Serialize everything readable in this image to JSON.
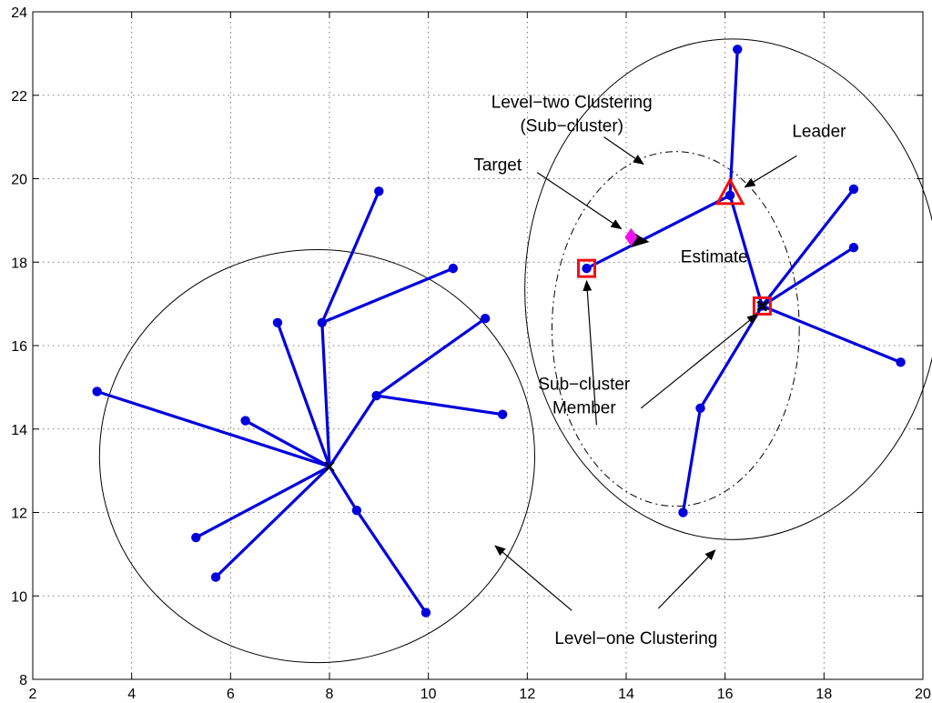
{
  "chart_data": {
    "type": "scatter",
    "title": "",
    "xlabel": "",
    "ylabel": "",
    "xlim": [
      2,
      20
    ],
    "ylim": [
      8,
      24
    ],
    "xticks": [
      2,
      4,
      6,
      8,
      10,
      12,
      14,
      16,
      18,
      20
    ],
    "yticks": [
      8,
      10,
      12,
      14,
      16,
      18,
      20,
      22,
      24
    ],
    "grid": true,
    "colors": {
      "links": "#0000dd",
      "nodes": "#0000dd",
      "highlight": "#ee1111",
      "target": "#ee11ee",
      "estimate": "#000000",
      "ellipse": "#000000"
    },
    "links": [
      {
        "from": [
          8.0,
          13.1
        ],
        "to": [
          3.3,
          14.9
        ]
      },
      {
        "from": [
          8.0,
          13.1
        ],
        "to": [
          6.3,
          14.2
        ]
      },
      {
        "from": [
          8.0,
          13.1
        ],
        "to": [
          6.95,
          16.55
        ]
      },
      {
        "from": [
          8.0,
          13.1
        ],
        "to": [
          7.85,
          16.55
        ]
      },
      {
        "from": [
          7.85,
          16.55
        ],
        "to": [
          9.0,
          19.7
        ]
      },
      {
        "from": [
          7.85,
          16.55
        ],
        "to": [
          10.5,
          17.85
        ]
      },
      {
        "from": [
          8.0,
          13.1
        ],
        "to": [
          8.95,
          14.8
        ]
      },
      {
        "from": [
          8.95,
          14.8
        ],
        "to": [
          11.15,
          16.65
        ]
      },
      {
        "from": [
          8.95,
          14.8
        ],
        "to": [
          11.5,
          14.35
        ]
      },
      {
        "from": [
          8.0,
          13.1
        ],
        "to": [
          5.3,
          11.4
        ]
      },
      {
        "from": [
          8.0,
          13.1
        ],
        "to": [
          5.7,
          10.45
        ]
      },
      {
        "from": [
          8.0,
          13.1
        ],
        "to": [
          8.55,
          12.05
        ]
      },
      {
        "from": [
          8.55,
          12.05
        ],
        "to": [
          9.95,
          9.6
        ]
      },
      {
        "from": [
          16.1,
          19.6
        ],
        "to": [
          16.25,
          23.1
        ]
      },
      {
        "from": [
          16.1,
          19.6
        ],
        "to": [
          13.2,
          17.85
        ]
      },
      {
        "from": [
          16.1,
          19.6
        ],
        "to": [
          16.75,
          16.95
        ]
      },
      {
        "from": [
          16.75,
          16.95
        ],
        "to": [
          18.6,
          19.75
        ]
      },
      {
        "from": [
          16.75,
          16.95
        ],
        "to": [
          18.6,
          18.35
        ]
      },
      {
        "from": [
          16.75,
          16.95
        ],
        "to": [
          19.55,
          15.6
        ]
      },
      {
        "from": [
          16.75,
          16.95
        ],
        "to": [
          15.5,
          14.5
        ]
      },
      {
        "from": [
          15.5,
          14.5
        ],
        "to": [
          15.15,
          12.0
        ]
      }
    ],
    "nodes": [
      [
        3.3,
        14.9
      ],
      [
        6.3,
        14.2
      ],
      [
        6.95,
        16.55
      ],
      [
        7.85,
        16.55
      ],
      [
        9.0,
        19.7
      ],
      [
        10.5,
        17.85
      ],
      [
        8.95,
        14.8
      ],
      [
        11.15,
        16.65
      ],
      [
        11.5,
        14.35
      ],
      [
        5.3,
        11.4
      ],
      [
        5.7,
        10.45
      ],
      [
        8.55,
        12.05
      ],
      [
        9.95,
        9.6
      ],
      [
        16.25,
        23.1
      ],
      [
        16.1,
        19.6
      ],
      [
        13.2,
        17.85
      ],
      [
        16.75,
        16.95
      ],
      [
        18.6,
        19.75
      ],
      [
        18.6,
        18.35
      ],
      [
        19.55,
        15.6
      ],
      [
        15.5,
        14.5
      ],
      [
        15.15,
        12.0
      ]
    ],
    "head_x": [
      8.0,
      13.1
    ],
    "leader": [
      16.1,
      19.6
    ],
    "sub_cluster_members": [
      [
        13.2,
        17.85
      ],
      [
        16.75,
        16.95
      ]
    ],
    "target": [
      14.1,
      18.6
    ],
    "estimate": [
      14.25,
      18.55
    ],
    "ellipses": [
      {
        "center": [
          7.75,
          13.35
        ],
        "radii": [
          4.4,
          4.95
        ],
        "style": "solid"
      },
      {
        "center": [
          16.15,
          17.35
        ],
        "radii": [
          4.2,
          6.0
        ],
        "style": "solid"
      },
      {
        "center": [
          15.0,
          16.4
        ],
        "radii": [
          2.5,
          4.25
        ],
        "style": "dashdot"
      }
    ],
    "annotations": [
      {
        "lines": [
          "Level−two Clustering",
          "(Sub−cluster)"
        ],
        "pos": [
          12.9,
          21.85
        ],
        "arrow_from": [
          13.55,
          21.0
        ],
        "arrow_to": [
          14.35,
          20.35
        ]
      },
      {
        "lines": [
          "Target"
        ],
        "pos": [
          11.4,
          20.35
        ],
        "arrow_from": [
          12.2,
          20.15
        ],
        "arrow_to": [
          13.9,
          18.8
        ]
      },
      {
        "lines": [
          "Leader"
        ],
        "pos": [
          17.9,
          21.15
        ],
        "arrow_from": [
          17.45,
          20.55
        ],
        "arrow_to": [
          16.4,
          19.8
        ]
      },
      {
        "lines": [
          "Estimate"
        ],
        "pos": [
          15.1,
          18.15
        ],
        "arrow_from": null,
        "arrow_to": null
      },
      {
        "lines": [
          "Sub−cluster",
          "Member"
        ],
        "pos": [
          13.15,
          15.1
        ],
        "arrow_from": [
          13.4,
          14.1
        ],
        "arrow_to": [
          13.2,
          17.55
        ]
      },
      {
        "lines": [],
        "pos": [
          13.15,
          15.1
        ],
        "arrow_from": [
          14.3,
          14.5
        ],
        "arrow_to": [
          16.65,
          16.75
        ]
      },
      {
        "lines": [
          "Level−one Clustering"
        ],
        "pos": [
          14.2,
          9.0
        ],
        "arrow_from": [
          12.9,
          9.65
        ],
        "arrow_to": [
          11.35,
          11.2
        ]
      },
      {
        "lines": [],
        "pos": [
          14.2,
          9.0
        ],
        "arrow_from": [
          14.65,
          9.7
        ],
        "arrow_to": [
          15.8,
          11.1
        ]
      }
    ]
  }
}
